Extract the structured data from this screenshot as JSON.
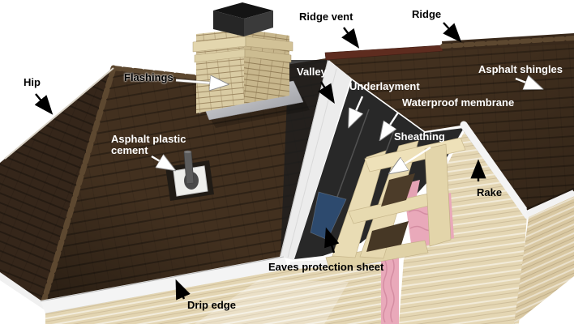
{
  "diagram": {
    "type": "roof-anatomy-cutaway",
    "labels": {
      "ridge_vent": "Ridge vent",
      "ridge": "Ridge",
      "hip": "Hip",
      "flashings": "Flashings",
      "valley": "Valley",
      "underlayment": "Underlayment",
      "waterproof_membrane": "Waterproof membrane",
      "sheathing": "Sheathing",
      "asphalt_shingles": "Asphalt shingles",
      "asphalt_plastic_cement_line1": "Asphalt plastic",
      "asphalt_plastic_cement_line2": "cement",
      "rake": "Rake",
      "eaves_protection_sheet": "Eaves protection sheet",
      "drip_edge": "Drip edge"
    },
    "colors": {
      "shingle_dark": "#42301f",
      "shingle_side": "#35261a",
      "ridge_vent": "#5e2c1f",
      "brick": "#d9cba3",
      "chimney_cap": "#262626",
      "flashing_metal": "#bcbdc2",
      "wall_siding": "#e3d5b2",
      "trim_white": "#f4f4f4",
      "underlayment_black": "#282828",
      "eaves_sheet_blue": "#2d4a6e",
      "framing_wood": "#e9dcb4",
      "insulation_pink": "#e9a9ba",
      "label_black": "#000000",
      "label_white": "#ffffff"
    }
  }
}
